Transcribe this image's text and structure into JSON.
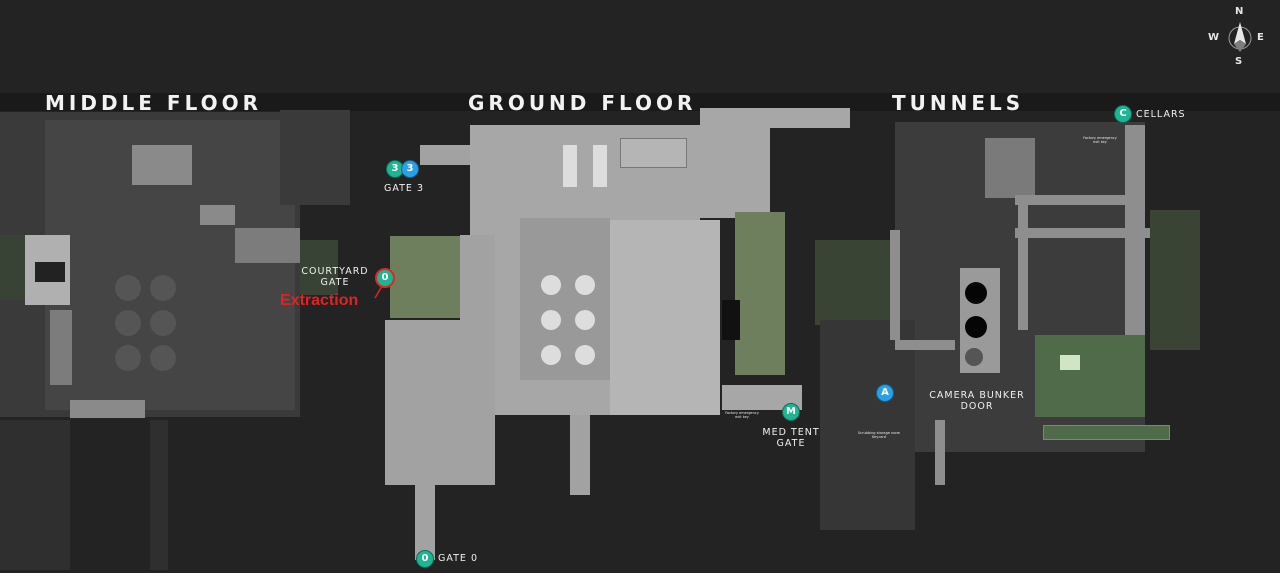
{
  "sections": {
    "middle_floor": "MIDDLE FLOOR",
    "ground_floor": "GROUND FLOOR",
    "tunnels": "TUNNELS"
  },
  "compass": {
    "n": "N",
    "e": "E",
    "s": "S",
    "w": "W"
  },
  "markers": {
    "gate3": {
      "glyph": "3",
      "label": "GATE 3"
    },
    "courtyard": {
      "glyph": "0",
      "label_line1": "COURTYARD",
      "label_line2": "GATE",
      "note": "Extraction"
    },
    "gate0": {
      "glyph": "0",
      "label": "GATE 0"
    },
    "med_tent": {
      "glyph": "M",
      "label_line1": "MED TENT",
      "label_line2": "GATE"
    },
    "camera_bunker": {
      "glyph": "A",
      "label_line1": "CAMERA BUNKER",
      "label_line2": "DOOR"
    },
    "cellars": {
      "glyph": "C",
      "label": "CELLARS"
    }
  },
  "small_notes": {
    "factory_key_ground": "Factory emergency exit key",
    "factory_key_cellars": "Factory emergency exit key",
    "storage_room": "Scrubbing storage room Keycard"
  },
  "colors": {
    "background": "#232323",
    "floor": "#a9a9a9",
    "courtyard_green": "#6e7f5d",
    "marker_green": "#1fb592",
    "marker_blue": "#2aa0e6",
    "extraction_red": "#e22222"
  }
}
